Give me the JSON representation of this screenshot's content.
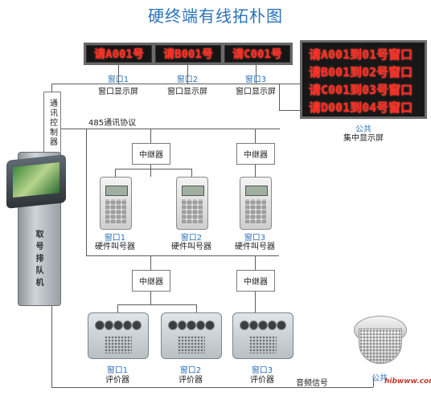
{
  "title": "硬终端有线拓朴图",
  "screens": [
    {
      "text": "请A001号",
      "window_label": "窗口1",
      "desc": "窗口显示屏"
    },
    {
      "text": "请B001号",
      "window_label": "窗口2",
      "desc": "窗口显示屏"
    },
    {
      "text": "请C001号",
      "window_label": "窗口3",
      "desc": "窗口显示屏"
    }
  ],
  "big_screen": {
    "rows": [
      "请A001到01号窗口",
      "请B001到02号窗口",
      "请C001到03号窗口",
      "请D001到04号窗口"
    ],
    "label": "公共",
    "desc": "集中显示屏"
  },
  "controller_label": "通讯控制器",
  "protocol_label": "485通讯协议",
  "relay_label": "中继器",
  "callers": [
    {
      "window_label": "窗口1",
      "desc": "硬件叫号器"
    },
    {
      "window_label": "窗口2",
      "desc": "硬件叫号器"
    },
    {
      "window_label": "窗口3",
      "desc": "硬件叫号器"
    }
  ],
  "evaluators": [
    {
      "window_label": "窗口1",
      "desc": "评价器"
    },
    {
      "window_label": "窗口2",
      "desc": "评价器"
    },
    {
      "window_label": "窗口3",
      "desc": "评价器"
    }
  ],
  "kiosk_label": "取号排队机",
  "audio_label": "音频信号",
  "speaker_label": "公共",
  "watermark": "hibwww.com.cn"
}
